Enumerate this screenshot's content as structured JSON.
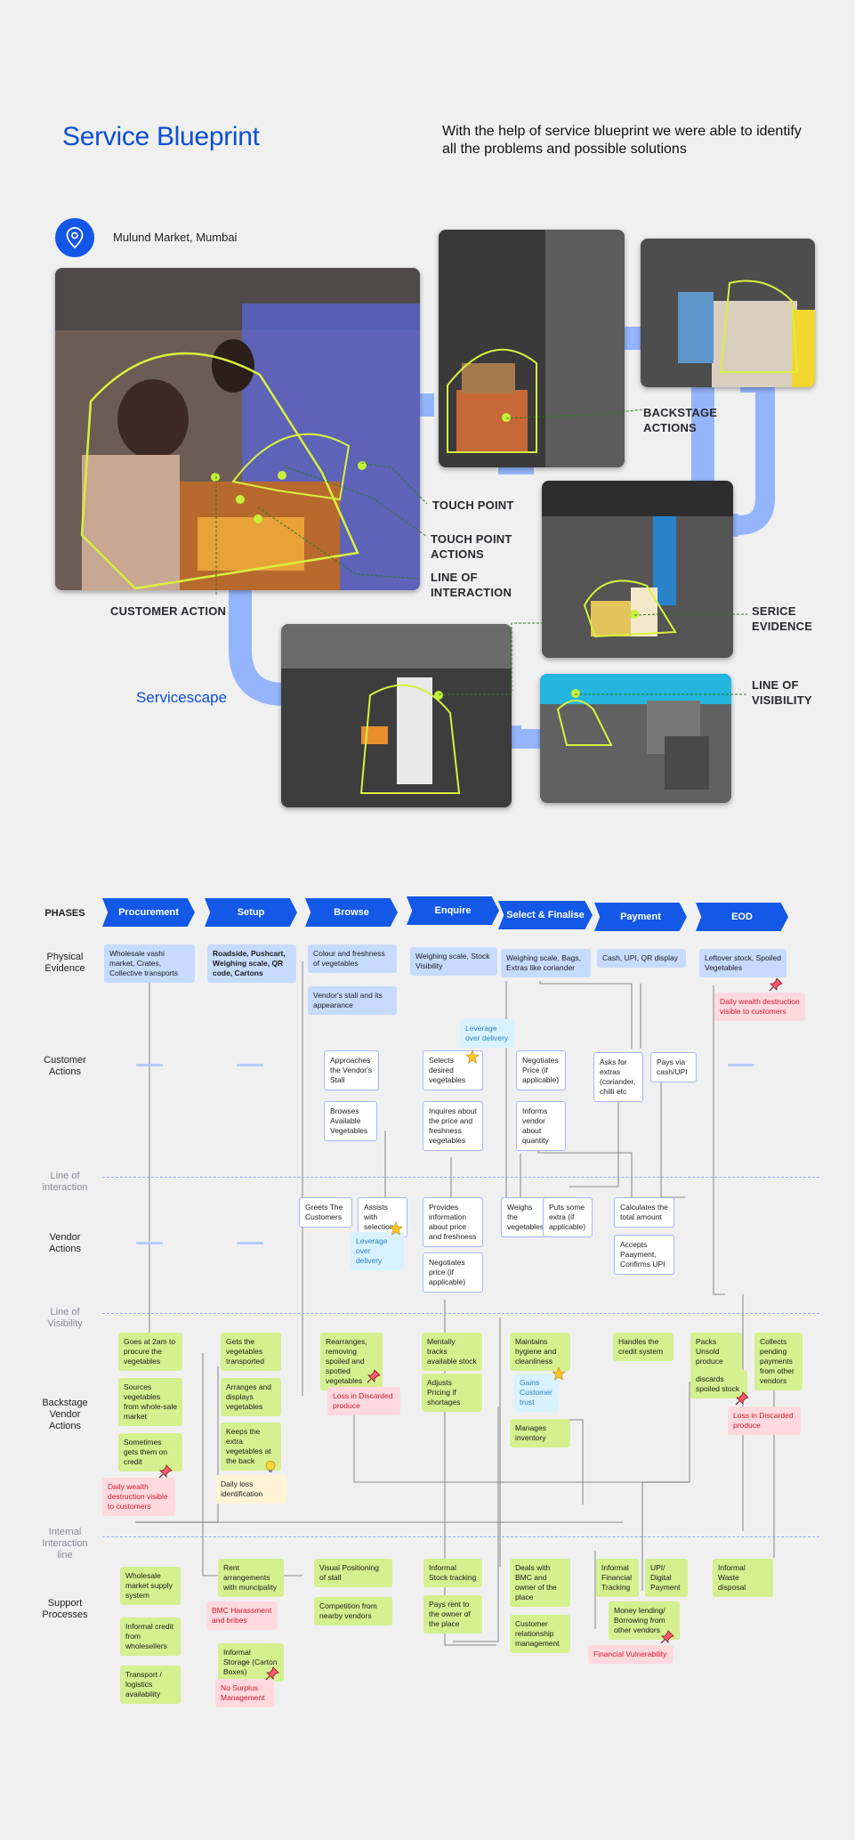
{
  "header": {
    "title": "Service Blueprint",
    "intro": "With the help of service blueprint we were able to identify all the problems and possible solutions",
    "location": "Mulund Market, Mumbai"
  },
  "photo_labels": {
    "touch_point": "TOUCH POINT",
    "touch_point_actions": "TOUCH POINT ACTIONS",
    "line_of_interaction": "LINE OF INTERACTION",
    "customer_action": "CUSTOMER ACTION",
    "backstage_actions": "BACKSTAGE ACTIONS",
    "service_evidence": "SERICE EVIDENCE",
    "line_of_visibility": "LINE OF VISIBILITY",
    "servicescape": "Servicescape"
  },
  "blueprint": {
    "phases_label": "PHASES",
    "phases": [
      "Procurement",
      "Setup",
      "Browse",
      "Enquire",
      "Select & Finalise",
      "Payment",
      "EOD"
    ],
    "row_labels": {
      "physical": "Physical Evidence",
      "customer": "Customer Actions",
      "line_interaction": "Line of interaction",
      "vendor": "Vendor Actions",
      "line_visibility": "Line of Visibility",
      "backstage": "Backstage Vendor Actions",
      "internal": "Internal Interaction line",
      "support": "Support Processes"
    },
    "physical": [
      "Wholesale vashi market, Crates, Collective transports",
      "Roadside, Pushcart, Weighing scale, QR code, Cartons",
      "Colour and freshness of vegetables",
      "Vendor's stall and its appearance",
      "Weighing scale, Stock Visibility",
      "Weighing scale, Bags, Extras like coriander",
      "Cash, UPI, QR display",
      "Leftover stock, Spoiled Vegetables",
      "Daily wealth destruction visible to customers"
    ],
    "customer": [
      "Approaches the Vendor's Stall",
      "Browses Available Vegetables",
      "Leverage over delivery",
      "Selects desired vegetables",
      "Inquires about the price and freshness vegetables",
      "Negotiates Price (if applicable)",
      "Informs vendor about quantity",
      "Asks for extras (coriander, chilli etc",
      "Pays via cash/UPI"
    ],
    "vendor": [
      "Greets The Customers",
      "Assists with selection",
      "Leverage over delivery",
      "Provides information about price and freshness",
      "Negotiates price (if applicable)",
      "Weighs the vegetables",
      "Puts some extra (if applicable)",
      "Calculates the total amount",
      "Accepts Paayment, Confirms UPI"
    ],
    "backstage": [
      "Goes at 2am to procure the vegetables",
      "Sources vegetables from whole-sale market",
      "Sometimes gets them on credit",
      "Daily wealth destruction visible to customers",
      "Gets the vegetables transported",
      "Arranges and displays vegetables",
      "Keeps the extra vegetables at the back",
      "Daily loss identification",
      "Rearranges, removing spoiled and spotted vegetables",
      "Loss in Discarded produce",
      "Mentally tracks available stock",
      "Adjusts Pricing if shortages",
      "Maintains hygiene and cleanliness",
      "Gains Customer trust",
      "Manages inventory",
      "Handles the credit system",
      "Packs Unsold produce",
      "discards spoiled stock",
      "Collects pending payments from other vendors",
      "Loss in Discarded produce"
    ],
    "support": [
      "Wholesale market supply system",
      "Informal credit from wholesellers",
      "Transport / logistics availability",
      "Rent arrangements with muncipality",
      "BMC Harassment and bribes",
      "Informal Storage (Carton Boxes)",
      "No Surplus Management",
      "Visual Positioning of stall",
      "Competition from nearby vendors",
      "Informal Stock tracking",
      "Pays rent to the owner of the place",
      "Deals with BMC and owner of the place",
      "Customer relationship management",
      "Informal Financial Tracking",
      "UPI/ Digital Payment",
      "Money lending/ Borrowing from other vendors",
      "Financial Vulnerability",
      "Informal Waste disposal"
    ]
  }
}
